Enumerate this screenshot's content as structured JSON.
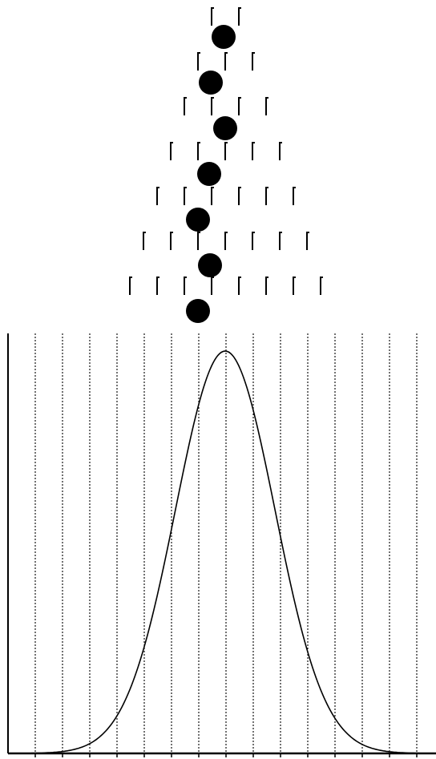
{
  "diagram": {
    "type": "galton-board",
    "colors": {
      "background": "#ffffff",
      "ink": "#000000"
    },
    "peg_rows": 7,
    "ball_count": 7,
    "bins": 16,
    "curve": "normal-distribution"
  }
}
